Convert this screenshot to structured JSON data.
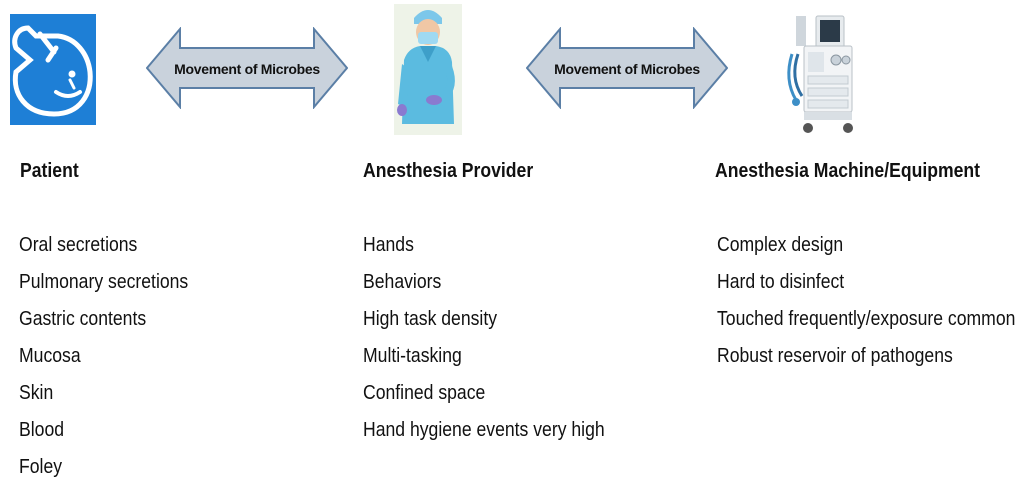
{
  "arrows": {
    "left_label": "Movement of Microbes",
    "right_label": "Movement of Microbes"
  },
  "icons": {
    "patient": "patient-face-icon",
    "provider": "anesthesia-provider-icon",
    "machine": "anesthesia-machine-icon"
  },
  "columns": {
    "patient": {
      "title": "Patient",
      "items": [
        "Oral secretions",
        "Pulmonary secretions",
        "Gastric contents",
        "Mucosa",
        "Skin",
        "Blood",
        "Foley"
      ]
    },
    "provider": {
      "title": "Anesthesia Provider",
      "items": [
        "Hands",
        "Behaviors",
        "High task density",
        "Multi-tasking",
        "Confined space",
        "Hand hygiene events very high"
      ]
    },
    "machine": {
      "title": "Anesthesia Machine/Equipment",
      "items": [
        "Complex design",
        "Hard to disinfect",
        "Touched frequently/exposure common",
        "Robust reservoir of pathogens"
      ]
    }
  },
  "colors": {
    "patient_icon_bg": "#1e7fd6",
    "arrow_fill": "#c9d2dc",
    "arrow_stroke": "#5b7fa6",
    "scrubs": "#5bbbe0"
  }
}
